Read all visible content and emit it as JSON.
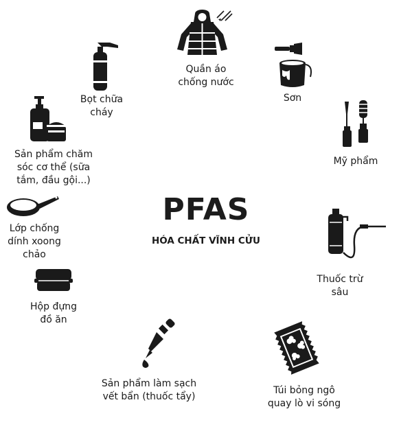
{
  "center": {
    "title": "PFAS",
    "subtitle": "HÓA CHẤT VĨNH CỬU"
  },
  "items": [
    {
      "id": "jacket",
      "icon": "raincoat-icon",
      "lines": [
        "Quần áo",
        "chống nước"
      ]
    },
    {
      "id": "paint",
      "icon": "paint-bucket-icon",
      "lines": [
        "Sơn"
      ]
    },
    {
      "id": "cosmetics",
      "icon": "mascara-icon",
      "lines": [
        "Mỹ phẩm"
      ]
    },
    {
      "id": "pesticide",
      "icon": "sprayer-icon",
      "lines": [
        "Thuốc trừ",
        "sâu"
      ]
    },
    {
      "id": "popcorn",
      "icon": "popcorn-bag-icon",
      "lines": [
        "Túi bỏng ngô",
        "quay lò vi sóng"
      ]
    },
    {
      "id": "stain",
      "icon": "dropper-icon",
      "lines": [
        "Sản phẩm làm sạch",
        "vết bẩn (thuốc tẩy)"
      ]
    },
    {
      "id": "foodbox",
      "icon": "food-container-icon",
      "lines": [
        "Hộp đựng",
        "đồ ăn"
      ]
    },
    {
      "id": "pan",
      "icon": "frying-pan-icon",
      "lines": [
        "Lớp chống",
        "dính xoong",
        "chảo"
      ]
    },
    {
      "id": "bodycare",
      "icon": "lotion-bottle-icon",
      "lines": [
        "Sản phẩm chăm",
        "sóc cơ thể (sữa",
        "tắm, đầu gội...)"
      ]
    },
    {
      "id": "foam",
      "icon": "fire-extinguisher-icon",
      "lines": [
        "Bọt chữa",
        "cháy"
      ]
    }
  ]
}
